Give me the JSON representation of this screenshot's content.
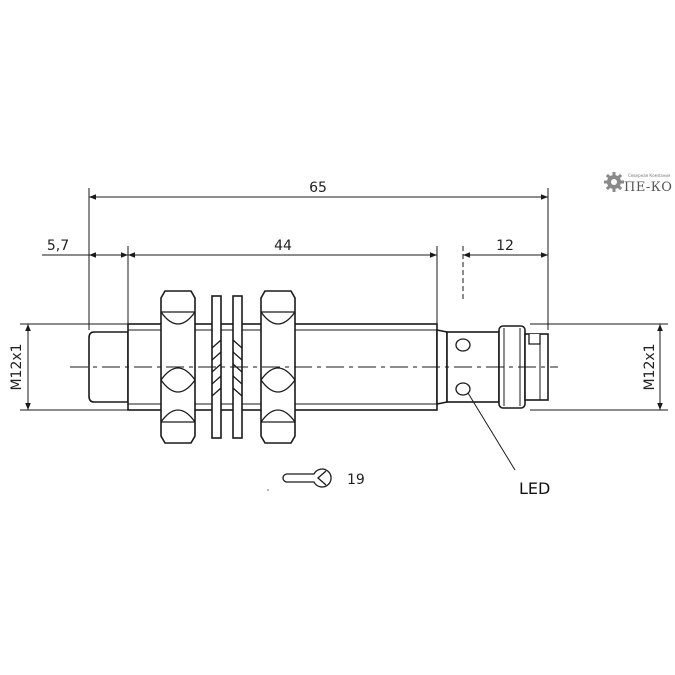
{
  "dimensions": {
    "overall_length": "65",
    "front_length": "5,7",
    "thread_length": "44",
    "connector_length": "12",
    "thread_left": "M12x1",
    "thread_right": "M12x1"
  },
  "labels": {
    "wrench_size": "19",
    "led": "LED"
  },
  "logo": {
    "text": "ПЕ-КО",
    "subtitle": "Северная Компания",
    "icon": "gear-icon",
    "color": "#8a8a8a"
  },
  "colors": {
    "line": "#1a1a1a",
    "background": "#ffffff"
  }
}
